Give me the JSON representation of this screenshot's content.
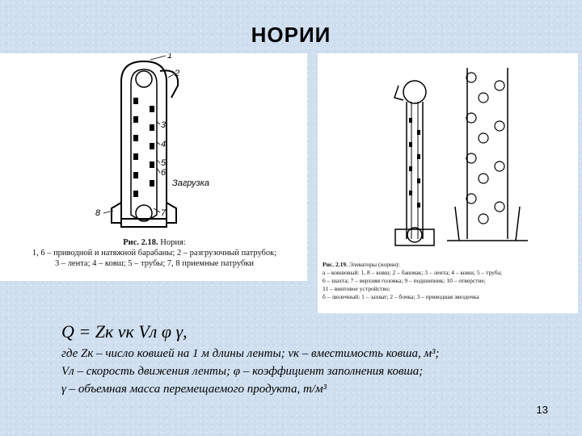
{
  "title": "НОРИИ",
  "figure_left": {
    "labels": [
      "1",
      "2",
      "3",
      "4",
      "5",
      "6",
      "7",
      "8"
    ],
    "loading_label": "Загрузка",
    "caption_title": "Рис. 2.18.",
    "caption_line1": "Нория:",
    "caption_line2": "1, 6 – приводной и натяжной барабаны; 2 – разгрузочный патрубок;",
    "caption_line3": "3 – лента; 4 – ковш; 5 – трубы; 7, 8 приемные патрубки"
  },
  "figure_right": {
    "caption_title": "Рис. 2.19.",
    "caption_line1": "Элеваторы (нории):",
    "caption_line2": "а – ковшовый: 1, 8 – ковш; 2 – башмак; 3 – лента; 4 – ковш; 5 – труба;",
    "caption_line3": "6 – шахта; 7 – верхняя головка; 9 – подшипник; 10 – отверстие;",
    "caption_line4": "11 – винтовое устройство;",
    "caption_line5": "б – люлечный: 1 – захват; 2 – бочка; 3 – приводная звездочка"
  },
  "formula": "Q = Zк vк Vл φ γ,",
  "definitions": {
    "line1": "где Zк – число ковшей на 1 м длины ленты; vк – вместимость ковша, м³;",
    "line2": "Vл – скорость движения ленты; φ – коэффициент заполнения ковша;",
    "line3": "γ – объемная масса перемещаемого продукта, т/м³"
  },
  "page_number": "13"
}
